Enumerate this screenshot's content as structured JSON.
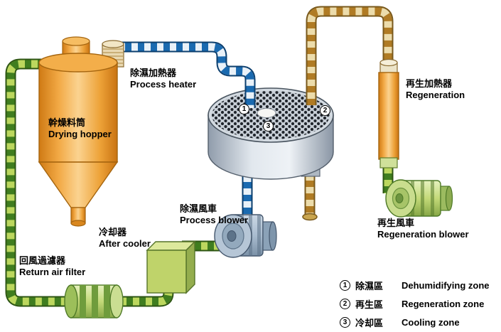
{
  "labels": {
    "process_heater": {
      "zh": "除濕加熱器",
      "en": "Process heater"
    },
    "drying_hopper": {
      "zh": "幹燥料筒",
      "en": "Drying hopper"
    },
    "regeneration_heater": {
      "zh": "再生加熱器",
      "en": "Regeneration"
    },
    "process_blower": {
      "zh": "除濕風車",
      "en": "Process blower"
    },
    "after_cooler": {
      "zh": "冷却器",
      "en": "After cooler"
    },
    "return_air_filter": {
      "zh": "回風過濾器",
      "en": "Return air filter"
    },
    "regeneration_blower": {
      "zh": "再生風車",
      "en": "Regeneration blower"
    }
  },
  "zone_markers": {
    "z1": "1",
    "z2": "2",
    "z3": "3"
  },
  "legend": [
    {
      "num": "1",
      "zh": "除濕區",
      "en": "Dehumidifying zone"
    },
    {
      "num": "2",
      "zh": "再生區",
      "en": "Regeneration zone"
    },
    {
      "num": "3",
      "zh": "冷却區",
      "en": "Cooling zone"
    }
  ],
  "colors": {
    "pipe_green": "#3f7d1f",
    "pipe_green_light": "#bcd75e",
    "pipe_blue": "#1a6ab0",
    "pipe_blue_light": "#e9f1f8",
    "pipe_tan": "#b07b24",
    "pipe_tan_light": "#ecdcab",
    "hopper_orange": "#f0a43c",
    "machine_green": "#bfd36a",
    "blower_blue": "#a9bccf",
    "rotor_gray": "#ccd4dc"
  }
}
